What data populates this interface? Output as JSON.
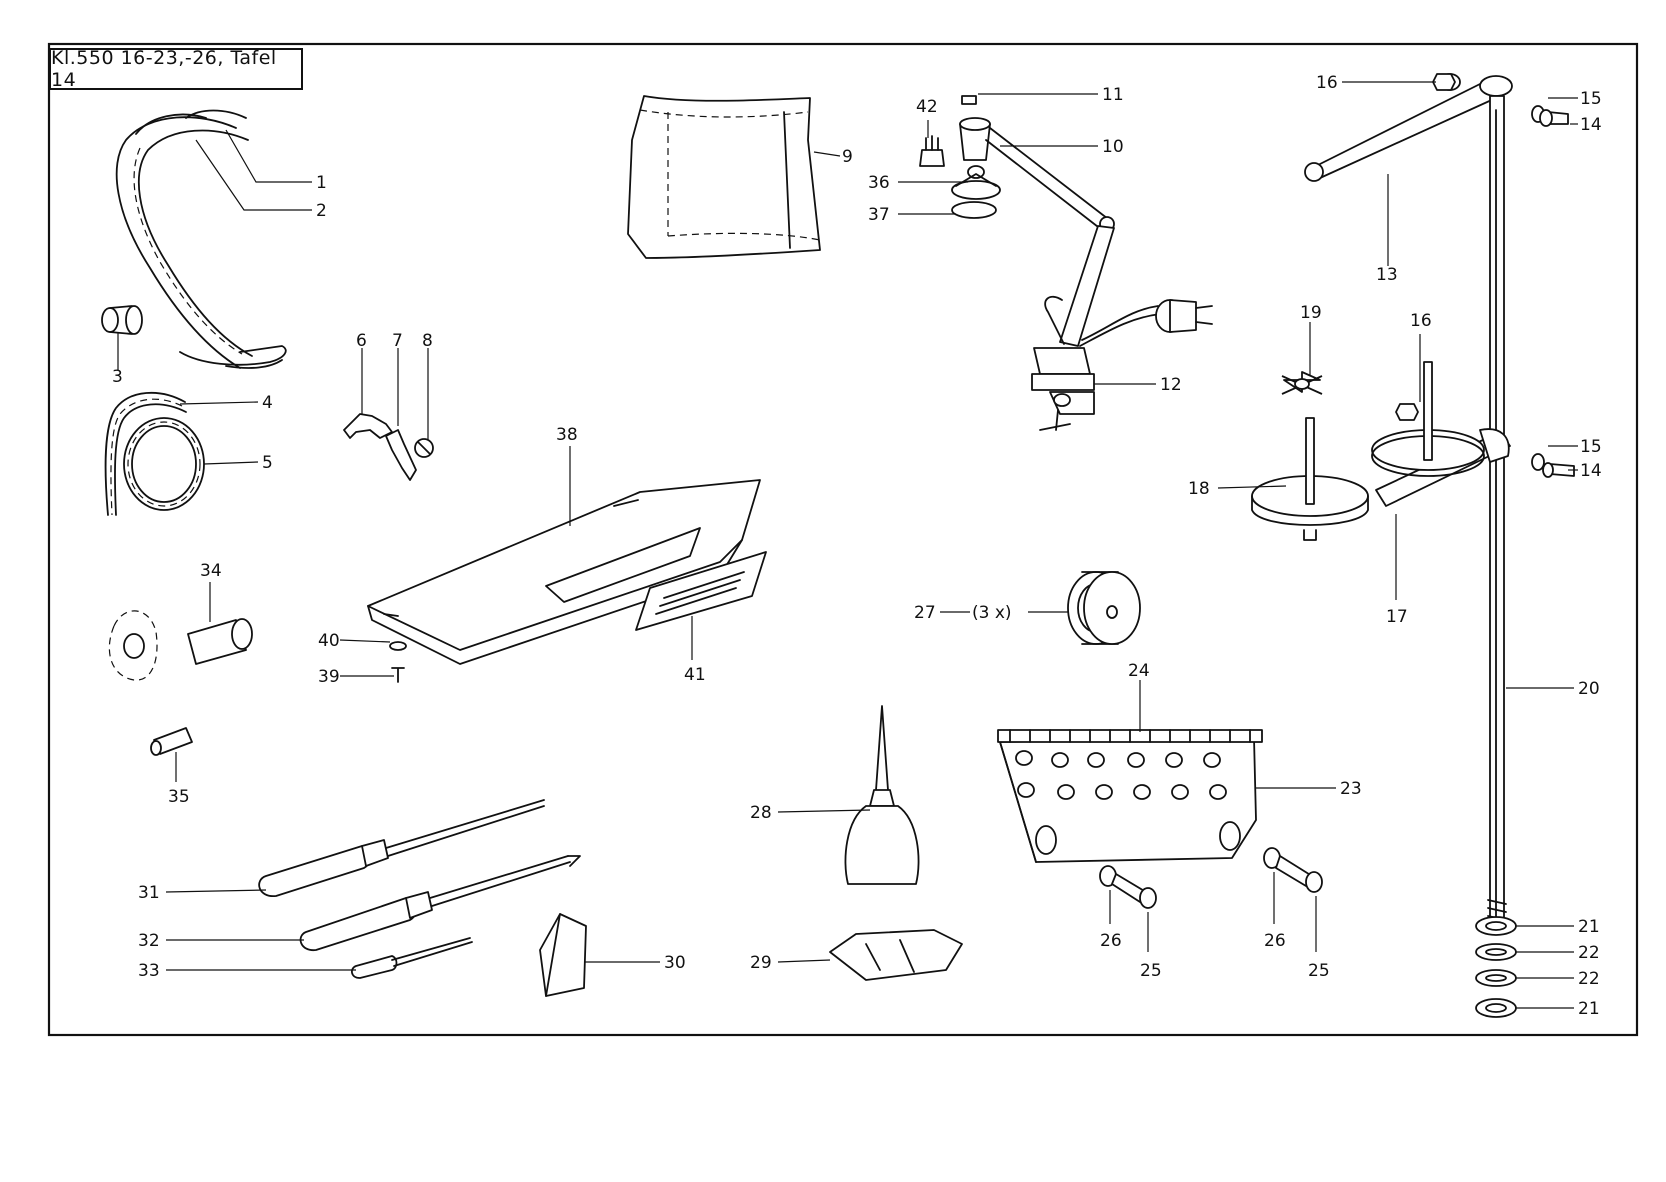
{
  "sheet": {
    "title": "Kl.550 16-23,-26, Tafel 14"
  },
  "callouts": {
    "c1": "1",
    "c2": "2",
    "c3": "3",
    "c4": "4",
    "c5": "5",
    "c6": "6",
    "c7": "7",
    "c8": "8",
    "c9": "9",
    "c10": "10",
    "c11": "11",
    "c12": "12",
    "c13": "13",
    "c14a": "14",
    "c14b": "14",
    "c15a": "15",
    "c15b": "15",
    "c16a": "16",
    "c16b": "16",
    "c17": "17",
    "c18": "18",
    "c19": "19",
    "c20": "20",
    "c21a": "21",
    "c21b": "21",
    "c22a": "22",
    "c22b": "22",
    "c23": "23",
    "c24": "24",
    "c25a": "25",
    "c25b": "25",
    "c26a": "26",
    "c26b": "26",
    "c27": "27",
    "c27qty": "(3 x)",
    "c28": "28",
    "c29": "29",
    "c30": "30",
    "c31": "31",
    "c32": "32",
    "c33": "33",
    "c34": "34",
    "c35": "35",
    "c36": "36",
    "c37": "37",
    "c38": "38",
    "c39": "39",
    "c40": "40",
    "c41": "41",
    "c42": "42"
  }
}
